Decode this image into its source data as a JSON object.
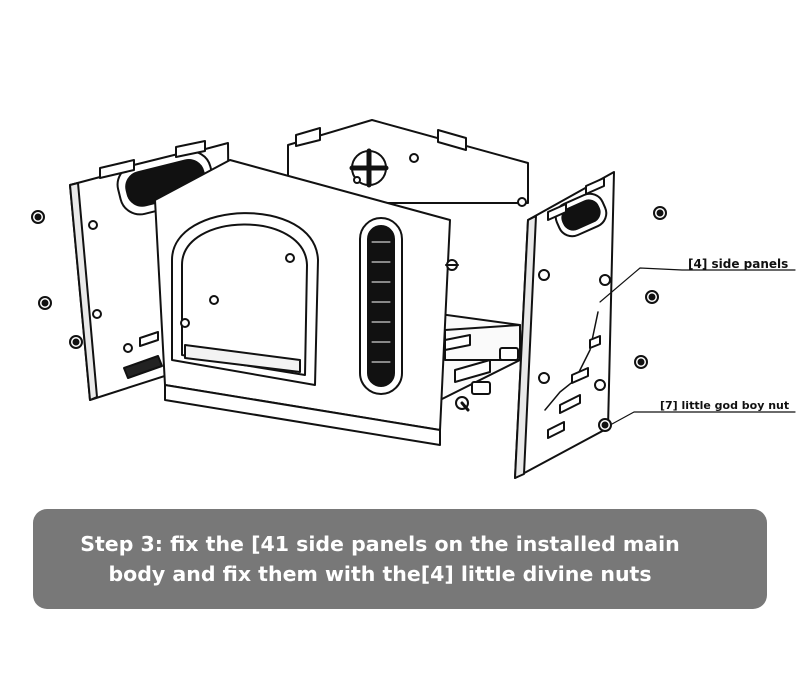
{
  "colors": {
    "line": "#111111",
    "caption_bg": "#787878",
    "caption_text": "#ffffff"
  },
  "labels": {
    "side_panels": "[4] side panels",
    "nut": "[7] little god boy nut"
  },
  "caption": {
    "line1": "Step 3: fix the [41 side panels on the installed main",
    "line2": "body and fix them with the[4] little divine nuts"
  }
}
